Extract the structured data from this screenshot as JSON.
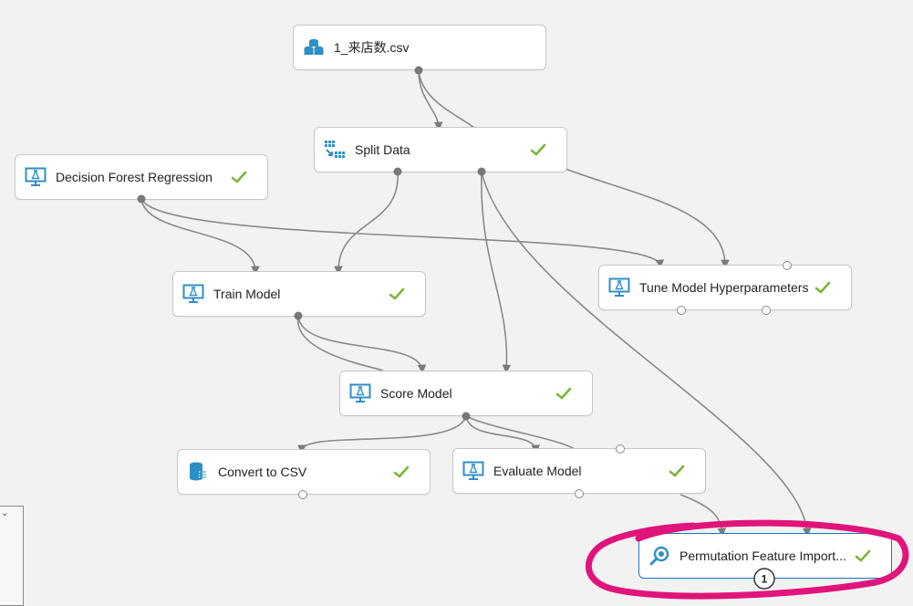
{
  "modules": {
    "dataset": {
      "label": "1_来店数.csv",
      "icon": "dataset-icon"
    },
    "split_data": {
      "label": "Split Data",
      "icon": "split-data-icon",
      "status": "check"
    },
    "decision_forest": {
      "label": "Decision Forest Regression",
      "icon": "model-icon",
      "status": "check"
    },
    "train_model": {
      "label": "Train Model",
      "icon": "model-icon",
      "status": "check"
    },
    "tune_model": {
      "label": "Tune Model Hyperparameters",
      "icon": "model-icon",
      "status": "check"
    },
    "score_model": {
      "label": "Score Model",
      "icon": "model-icon",
      "status": "check"
    },
    "convert_csv": {
      "label": "Convert to CSV",
      "icon": "database-icon",
      "status": "check"
    },
    "evaluate_model": {
      "label": "Evaluate Model",
      "icon": "model-icon",
      "status": "check"
    },
    "permutation": {
      "label": "Permutation Feature Import...",
      "icon": "magnifier-icon",
      "status": "check",
      "badge": "1"
    }
  },
  "mini_panel": {
    "caret": "⌄"
  },
  "colors": {
    "accent": "#1e78c8",
    "icon": "#2e8fc6",
    "check": "#7ab635",
    "edge": "#8a8a8a",
    "highlight": "#e0147b"
  }
}
